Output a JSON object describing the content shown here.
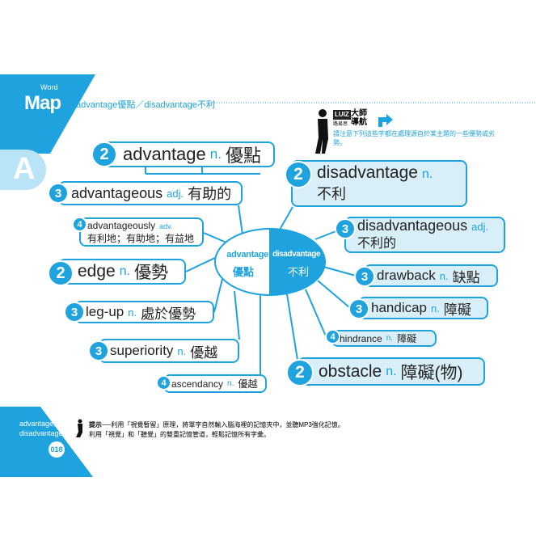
{
  "header": {
    "logo_small": "Word",
    "logo_big": "Map",
    "title": "advantage優點／disadvantage不利",
    "section_letter": "A"
  },
  "guide": {
    "brand": "LUIZ",
    "brand_sub": "路易思",
    "label": "大師導航",
    "text": "請注意下列這些字都在處理源自於某主題的一些優勢或劣勢。"
  },
  "center": {
    "left_en": "advantage",
    "left_zh": "優點",
    "right_en": "disadvantage",
    "right_zh": "不利"
  },
  "left": [
    {
      "level": "2",
      "word": "advantage",
      "pos": "n.",
      "zh": "優點"
    },
    {
      "level": "3",
      "word": "advantageous",
      "pos": "adj.",
      "zh": "有助的"
    },
    {
      "level": "4",
      "word": "advantageously",
      "pos": "adv.",
      "zh": "有利地；有助地；有益地"
    },
    {
      "level": "2",
      "word": "edge",
      "pos": "n.",
      "zh": "優勢"
    },
    {
      "level": "3",
      "word": "leg-up",
      "pos": "n.",
      "zh": "處於優勢"
    },
    {
      "level": "3",
      "word": "superiority",
      "pos": "n.",
      "zh": "優越"
    },
    {
      "level": "4",
      "word": "ascendancy",
      "pos": "n.",
      "zh": "優越"
    }
  ],
  "right": [
    {
      "level": "2",
      "word": "disadvantage",
      "pos": "n.",
      "zh": "不利"
    },
    {
      "level": "3",
      "word": "disadvantageous",
      "pos": "adj.",
      "zh": "不利的"
    },
    {
      "level": "3",
      "word": "drawback",
      "pos": "n.",
      "zh": "缺點"
    },
    {
      "level": "3",
      "word": "handicap",
      "pos": "n.",
      "zh": "障礙"
    },
    {
      "level": "4",
      "word": "hindrance",
      "pos": "n.",
      "zh": "障礙"
    },
    {
      "level": "2",
      "word": "obstacle",
      "pos": "n.",
      "zh": "障礙(物)"
    }
  ],
  "footer": {
    "tab_line1": "advantage／",
    "tab_line2": "disadvantage",
    "page": "018",
    "tip_label": "提示",
    "tip_line1": "──利用「視覺暫留」原理，將單字自然輸入腦海裡的記憶夾中，並聽MP3強化記憶。",
    "tip_line2": "利用「視覺」和「聽覺」的雙重記憶管道，輕鬆記憶所有字彙。"
  }
}
